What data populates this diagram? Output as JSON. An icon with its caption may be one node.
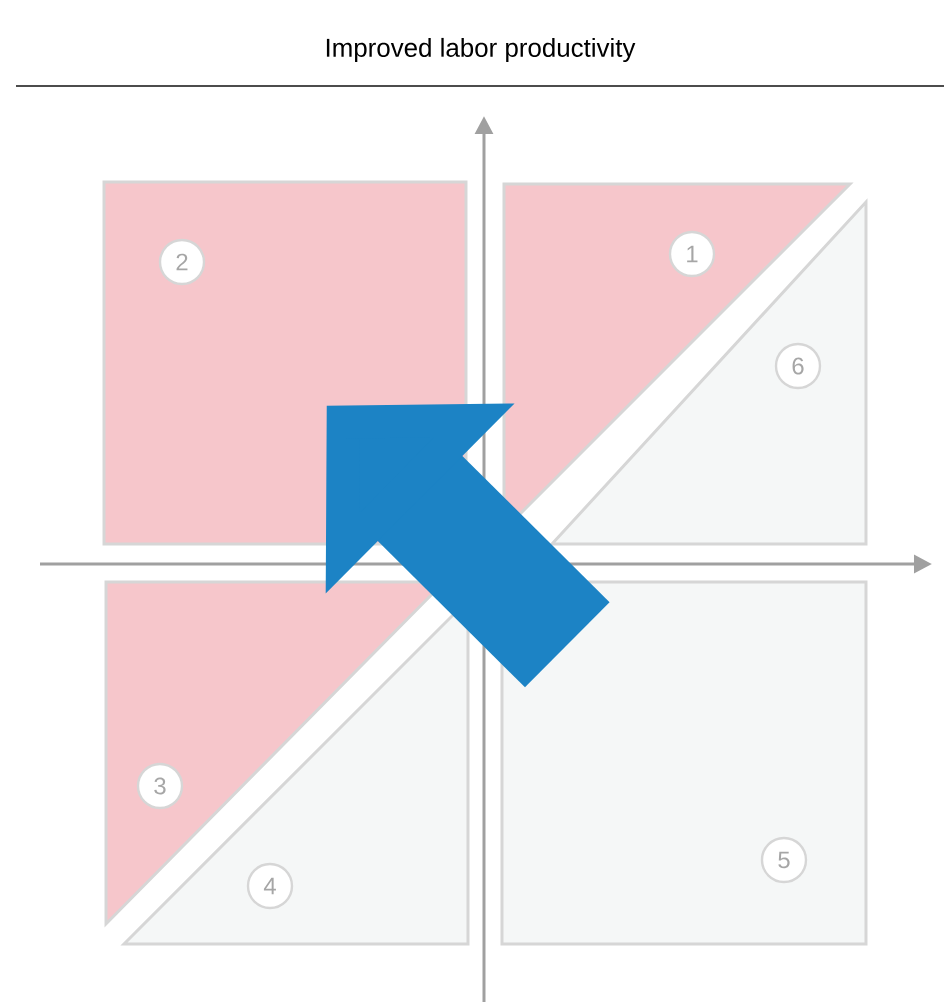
{
  "diagram": {
    "title": "Improved labor productivity",
    "nodes": [
      {
        "text": [
          "1"
        ]
      },
      {
        "text": [
          "2"
        ]
      },
      {
        "text": [
          "3"
        ]
      },
      {
        "text": [
          "4"
        ]
      },
      {
        "text": [
          "5"
        ]
      },
      {
        "text": [
          "6"
        ]
      }
    ],
    "edges": [
      {
        "from": 4,
        "to": 1,
        "arrow": "to"
      }
    ]
  }
}
